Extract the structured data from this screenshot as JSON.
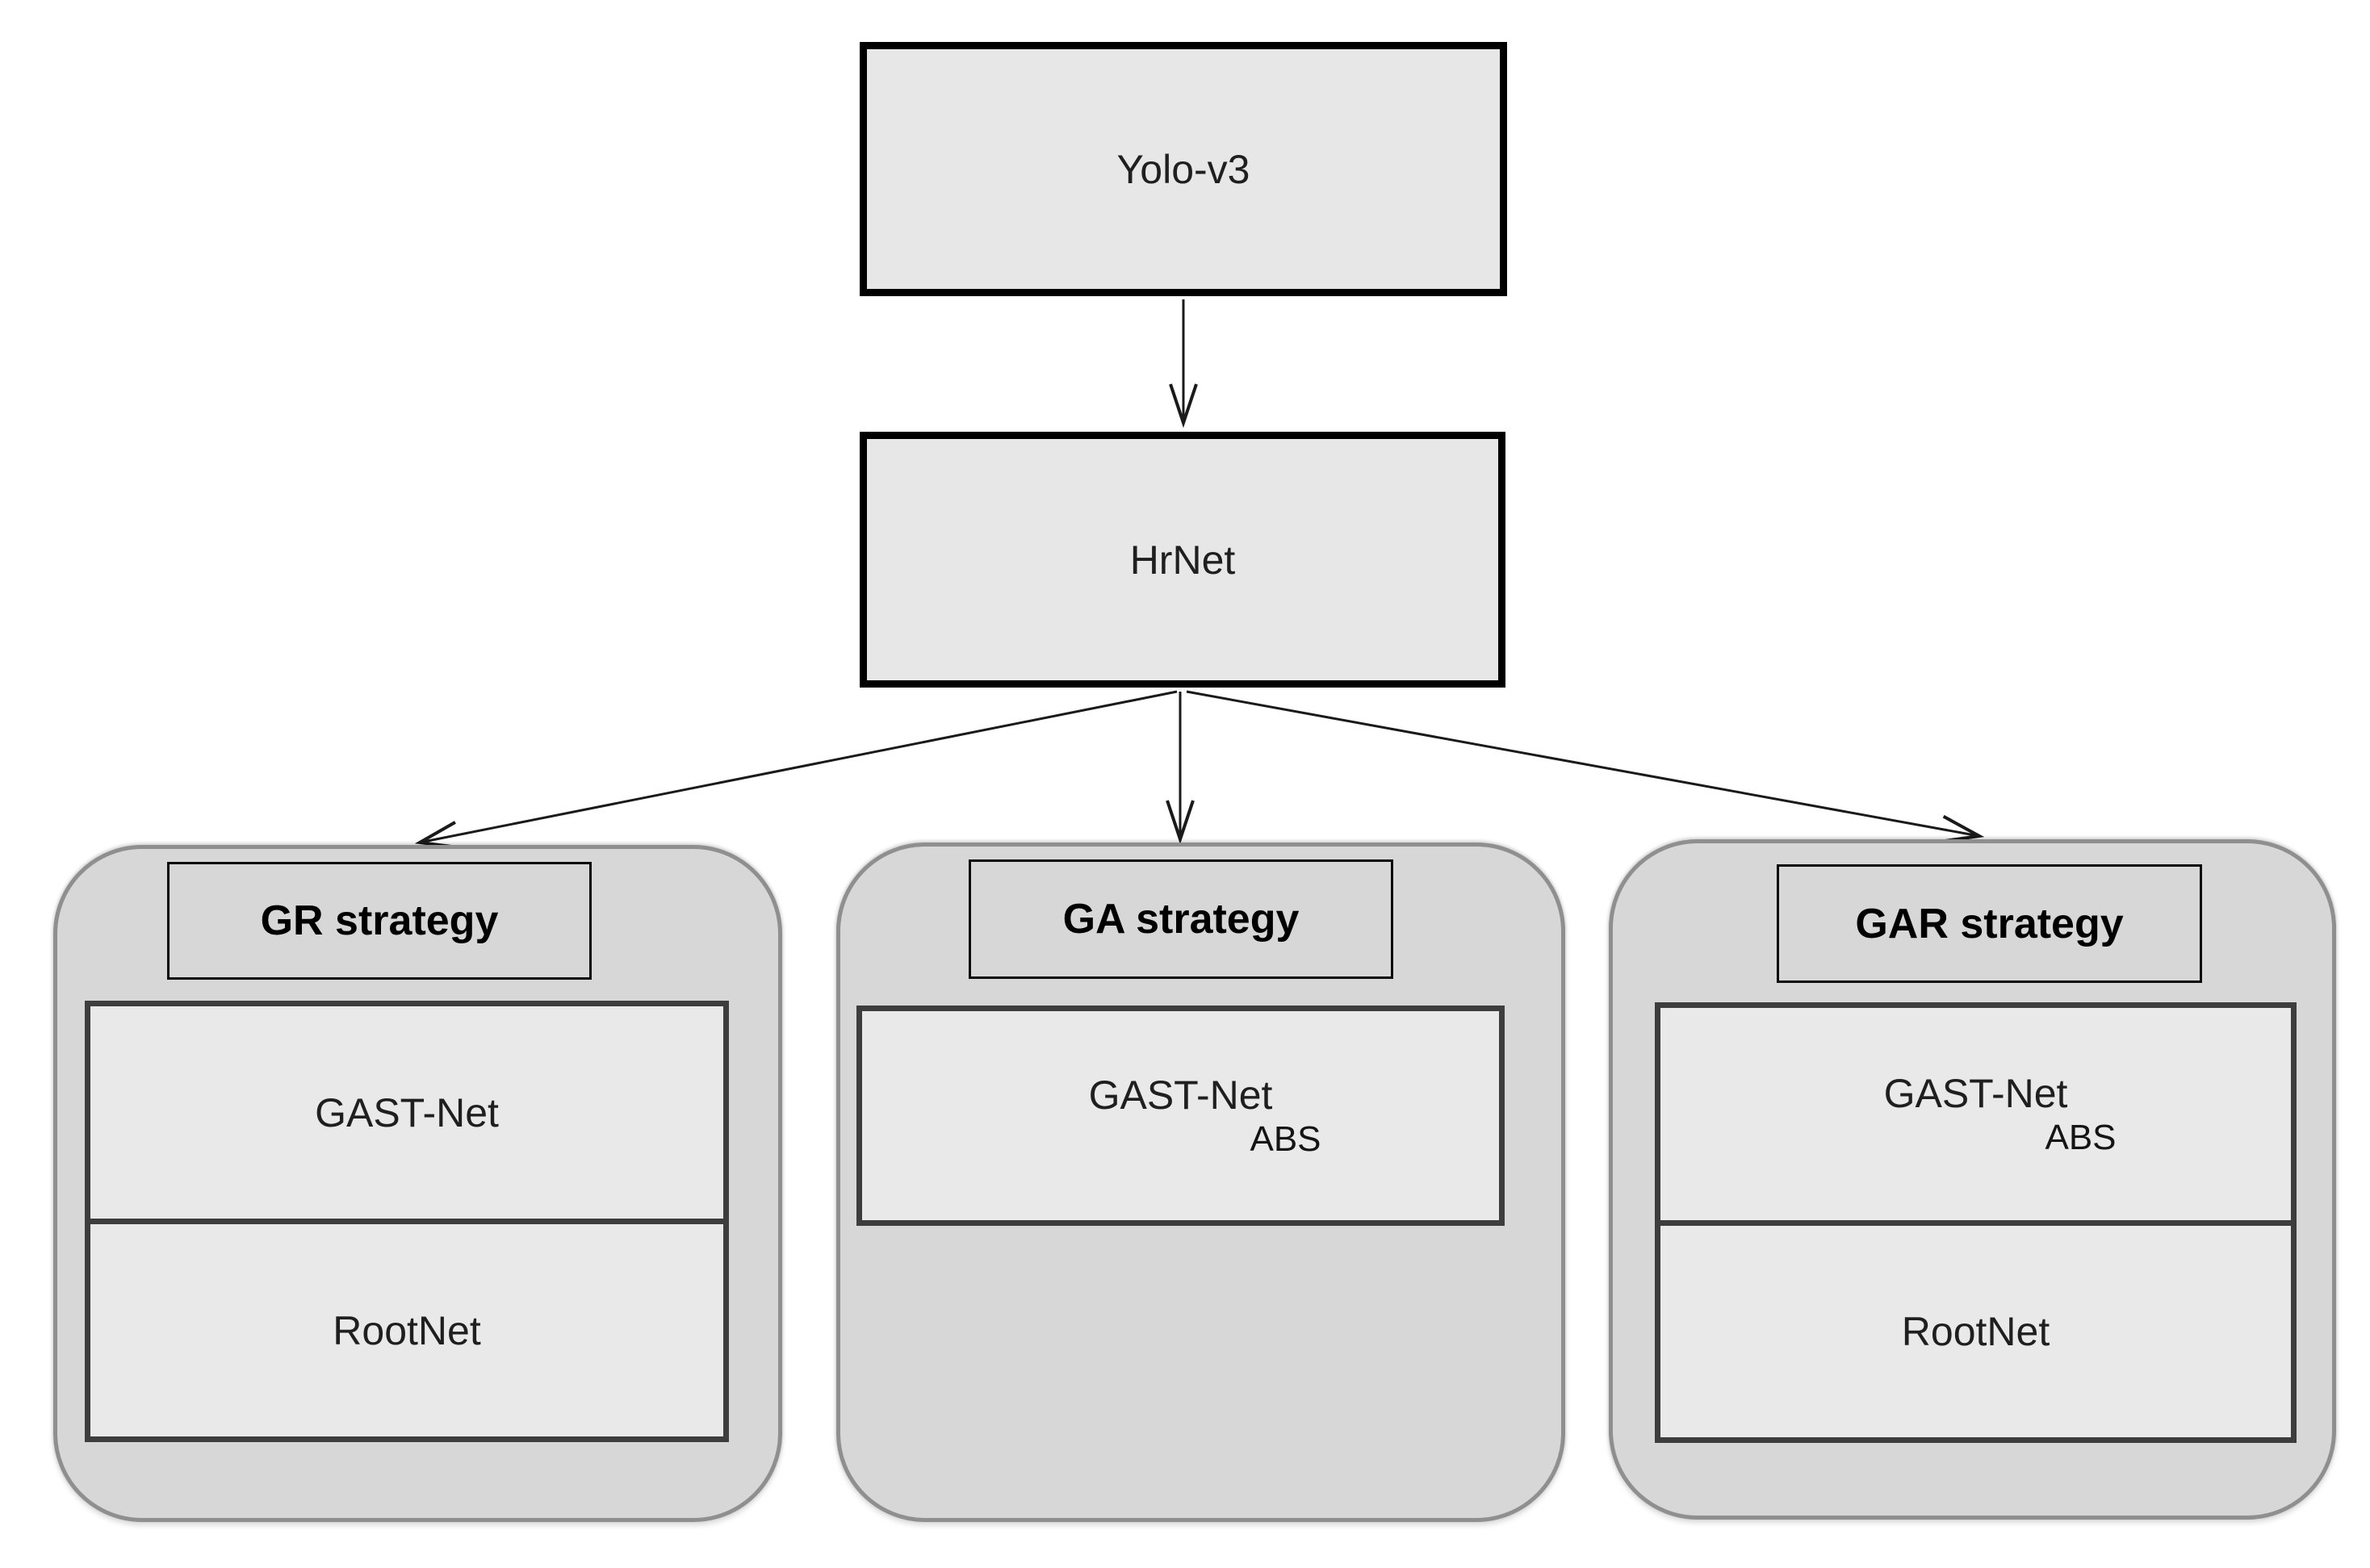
{
  "nodes": {
    "yolo": {
      "label": "Yolo-v3"
    },
    "hrnet": {
      "label": "HrNet"
    }
  },
  "strategies": [
    {
      "title": "GR strategy",
      "modules": [
        {
          "label": "GAST-Net"
        },
        {
          "label": "RootNet"
        }
      ]
    },
    {
      "title": "GA strategy",
      "modules": [
        {
          "label": "GAST-Net",
          "sub": "ABS"
        }
      ]
    },
    {
      "title": "GAR strategy",
      "modules": [
        {
          "label": "GAST-Net",
          "sub": "ABS"
        },
        {
          "label": "RootNet"
        }
      ]
    }
  ],
  "colors": {
    "container_fill": "#d7d7d7",
    "container_border": "#8f8f8f",
    "node_fill": "#e7e7e7",
    "node_border": "#000000",
    "module_fill": "#e9e9e9",
    "module_border": "#3d3d3d",
    "arrow": "#1a1a1a",
    "text": "#1f1f1f"
  }
}
